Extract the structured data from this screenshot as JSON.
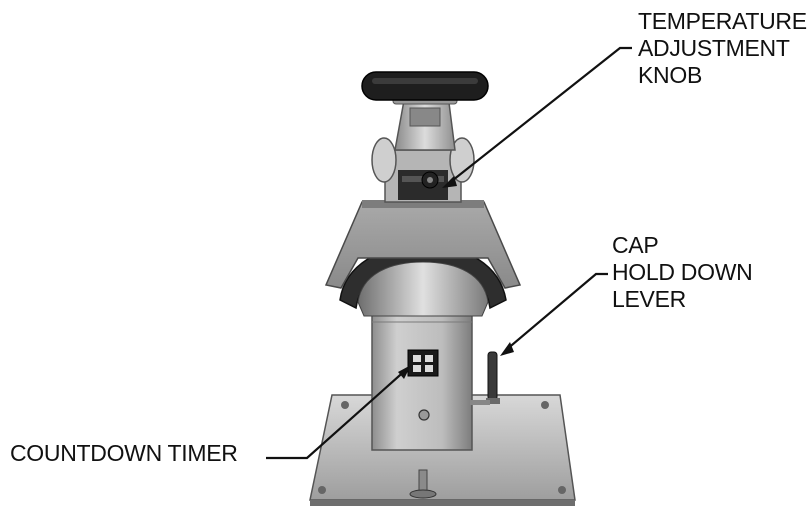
{
  "diagram": {
    "labels": {
      "temperature_knob": [
        "TEMPERATURE",
        "ADJUSTMENT",
        "KNOB"
      ],
      "cap_lever": [
        "CAP",
        "HOLD DOWN",
        "LEVER"
      ],
      "timer": "COUNTDOWN TIMER"
    },
    "colors": {
      "ink": "#111111",
      "metal_light": "#c4c4c4",
      "metal_mid": "#9a9a9a",
      "metal_dark": "#5a5a5a",
      "handle": "#1e1e1e"
    }
  }
}
